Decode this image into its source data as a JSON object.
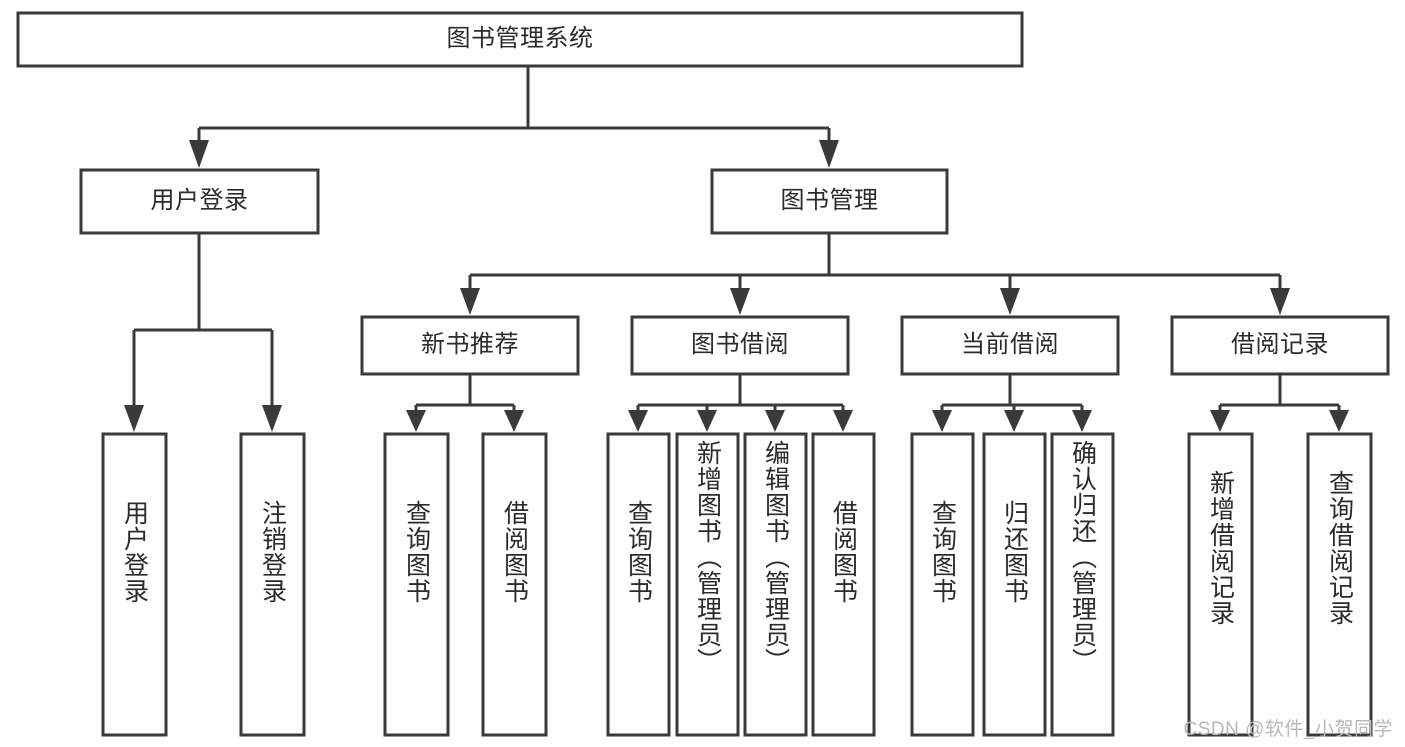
{
  "diagram": {
    "title": "图书管理系统",
    "type": "hierarchy-tree",
    "background_color": "#ffffff",
    "line_color": "#3a3a3a",
    "text_color": "#2b2b2b",
    "root": {
      "label": "图书管理系统"
    },
    "level2": [
      {
        "label": "用户登录"
      },
      {
        "label": "图书管理"
      }
    ],
    "level3": [
      {
        "label": "新书推荐"
      },
      {
        "label": "图书借阅"
      },
      {
        "label": "当前借阅"
      },
      {
        "label": "借阅记录"
      }
    ],
    "leaves": [
      {
        "label": "用户登录"
      },
      {
        "label": "注销登录"
      },
      {
        "label": "查询图书"
      },
      {
        "label": "借阅图书"
      },
      {
        "label": "查询图书"
      },
      {
        "label": "新增图书（管理员）"
      },
      {
        "label": "编辑图书（管理员）"
      },
      {
        "label": "借阅图书"
      },
      {
        "label": "查询图书"
      },
      {
        "label": "归还图书"
      },
      {
        "label": "确认归还（管理员）"
      },
      {
        "label": "新增借阅记录"
      },
      {
        "label": "查询借阅记录"
      }
    ]
  },
  "watermark": {
    "text": "CSDN @软件_小贺同学"
  }
}
